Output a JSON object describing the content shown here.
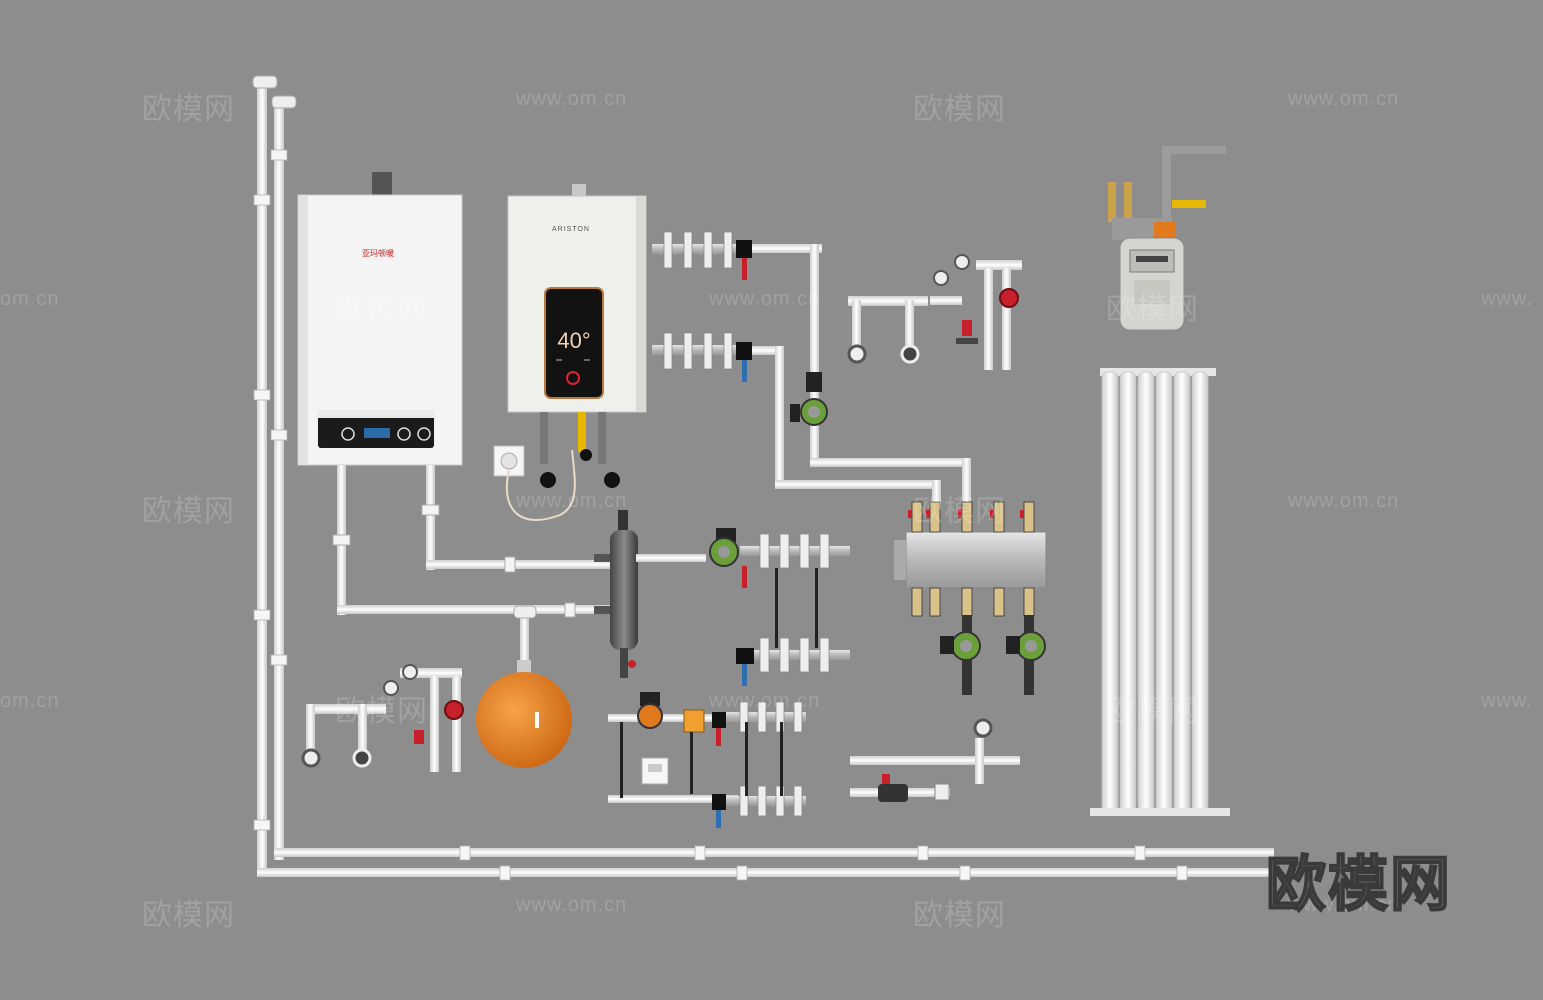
{
  "watermarks": {
    "cn": "欧模网",
    "url": "www.om.cn",
    "url_partial": "om.cn",
    "url_fragment": "www."
  },
  "logo": {
    "text": "欧模网"
  },
  "devices": {
    "boiler": {
      "brand": "亚玛顿暖"
    },
    "water_heater": {
      "brand": "ARISTON",
      "display_temp": "40°"
    }
  },
  "colors": {
    "background": "#8d8d8d",
    "pipe": "#f2f2f2",
    "pump_green": "#6a9f3a",
    "valve_red": "#c8202a",
    "expansion_tank": "#e07a1c",
    "gas_yellow": "#e6b800"
  }
}
